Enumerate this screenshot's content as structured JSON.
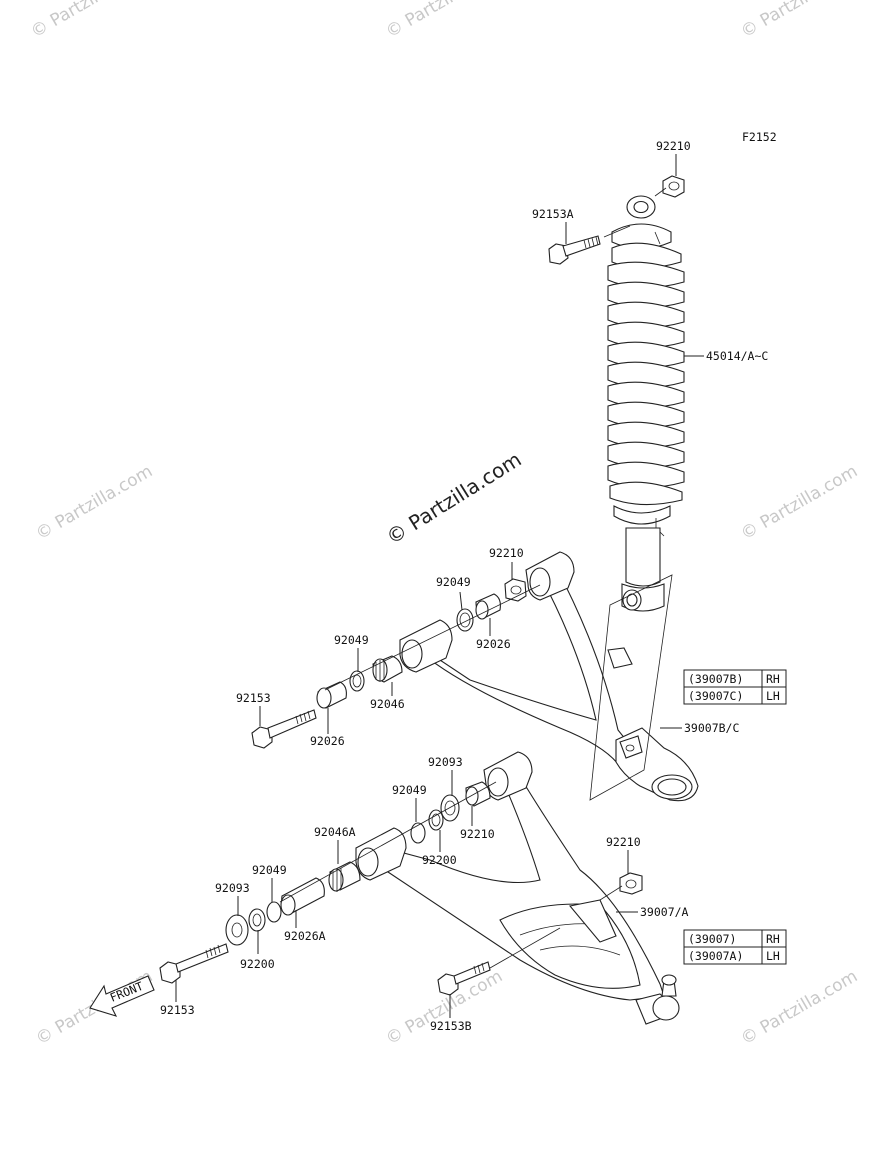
{
  "figure_code": "F2152",
  "watermark_text": "© Partzilla.com",
  "center_watermark": "© Partzilla.com",
  "front_arrow_label": "FRONT",
  "callouts": {
    "c92210_top": "92210",
    "c92153A": "92153A",
    "c45014": "45014/A~C",
    "c92210_upper": "92210",
    "c92049_upper_right": "92049",
    "c92026_upper_right": "92026",
    "c92049_upper_left": "92049",
    "c92046": "92046",
    "c92153_upper": "92153",
    "c92026_upper_left": "92026",
    "c39007BC": "39007B/C",
    "c92093_lower_right": "92093",
    "c92049_lower_right": "92049",
    "c92210_lower_mid": "92210",
    "c92200_lower_right": "92200",
    "c92046A": "92046A",
    "c92049_lower_left": "92049",
    "c92093_lower_left": "92093",
    "c92026A": "92026A",
    "c92200_lower_left": "92200",
    "c92153_lower": "92153",
    "c92210_lower_right": "92210",
    "c39007A": "39007/A",
    "c92153B": "92153B"
  },
  "table_upper": [
    {
      "part": "(39007B)",
      "side": "RH"
    },
    {
      "part": "(39007C)",
      "side": "LH"
    }
  ],
  "table_lower": [
    {
      "part": "(39007)",
      "side": "RH"
    },
    {
      "part": "(39007A)",
      "side": "LH"
    }
  ]
}
